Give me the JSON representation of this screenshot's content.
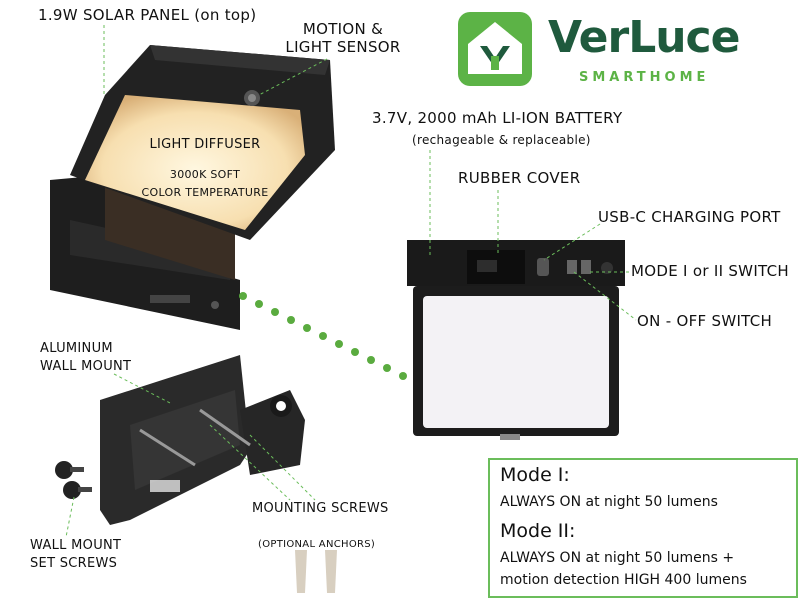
{
  "brand": {
    "name": "VerLuce",
    "tagline": "SMARTHOME",
    "colors": {
      "green": "#5cb346",
      "dark_green": "#1f5a3d",
      "dot_green": "#5aab3f"
    }
  },
  "labels": {
    "solar_panel": "1.9W SOLAR PANEL (on top)",
    "motion_sensor_line1": "MOTION &",
    "motion_sensor_line2": "LIGHT SENSOR",
    "light_diffuser": "LIGHT DIFFUSER",
    "color_temp_line1": "3000K SOFT",
    "color_temp_line2": "COLOR TEMPERATURE",
    "battery": "3.7V, 2000 mAh LI-ION BATTERY",
    "battery_note": "(rechageable & replaceable)",
    "rubber_cover": "RUBBER COVER",
    "usb_port": "USB-C CHARGING PORT",
    "mode_switch": "MODE I or II SWITCH",
    "on_off_switch": "ON - OFF SWITCH",
    "wall_mount_line1": "ALUMINUM",
    "wall_mount_line2": "WALL MOUNT",
    "mounting_screws": "MOUNTING SCREWS",
    "optional_anchors": "(OPTIONAL ANCHORS)",
    "set_screws_line1": "WALL MOUNT",
    "set_screws_line2": "SET SCREWS"
  },
  "modes": [
    {
      "title": "Mode I:",
      "description": "ALWAYS ON at night 50 lumens"
    },
    {
      "title": "Mode II:",
      "description_line1": "ALWAYS ON at night 50 lumens +",
      "description_line2": "motion detection HIGH 400 lumens"
    }
  ]
}
